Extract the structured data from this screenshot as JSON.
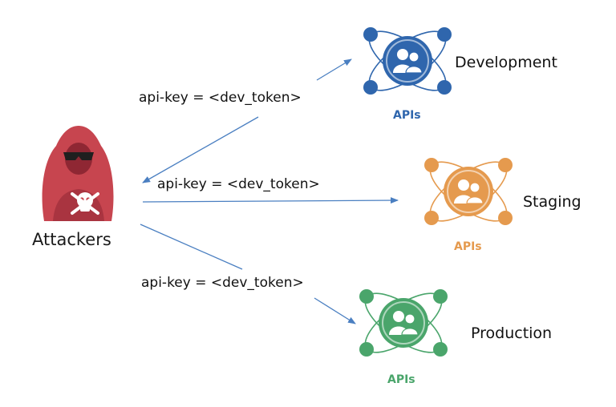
{
  "attacker": {
    "label": "Attackers"
  },
  "edges": [
    {
      "label": "api-key = <dev_token>"
    },
    {
      "label": "api-key = <dev_token>"
    },
    {
      "label": "api-key = <dev_token>"
    }
  ],
  "environments": [
    {
      "name": "Development",
      "apis_label": "APIs",
      "color": "#2f66ad"
    },
    {
      "name": "Staging",
      "apis_label": "APIs",
      "color": "#e59a4e"
    },
    {
      "name": "Production",
      "apis_label": "APIs",
      "color": "#4aa56b"
    }
  ],
  "colors": {
    "attacker": "#c7454f",
    "arrow": "#4a7fc1"
  },
  "icons": {
    "attacker": "hooded-hacker-skull-icon",
    "api": "api-network-users-icon"
  }
}
